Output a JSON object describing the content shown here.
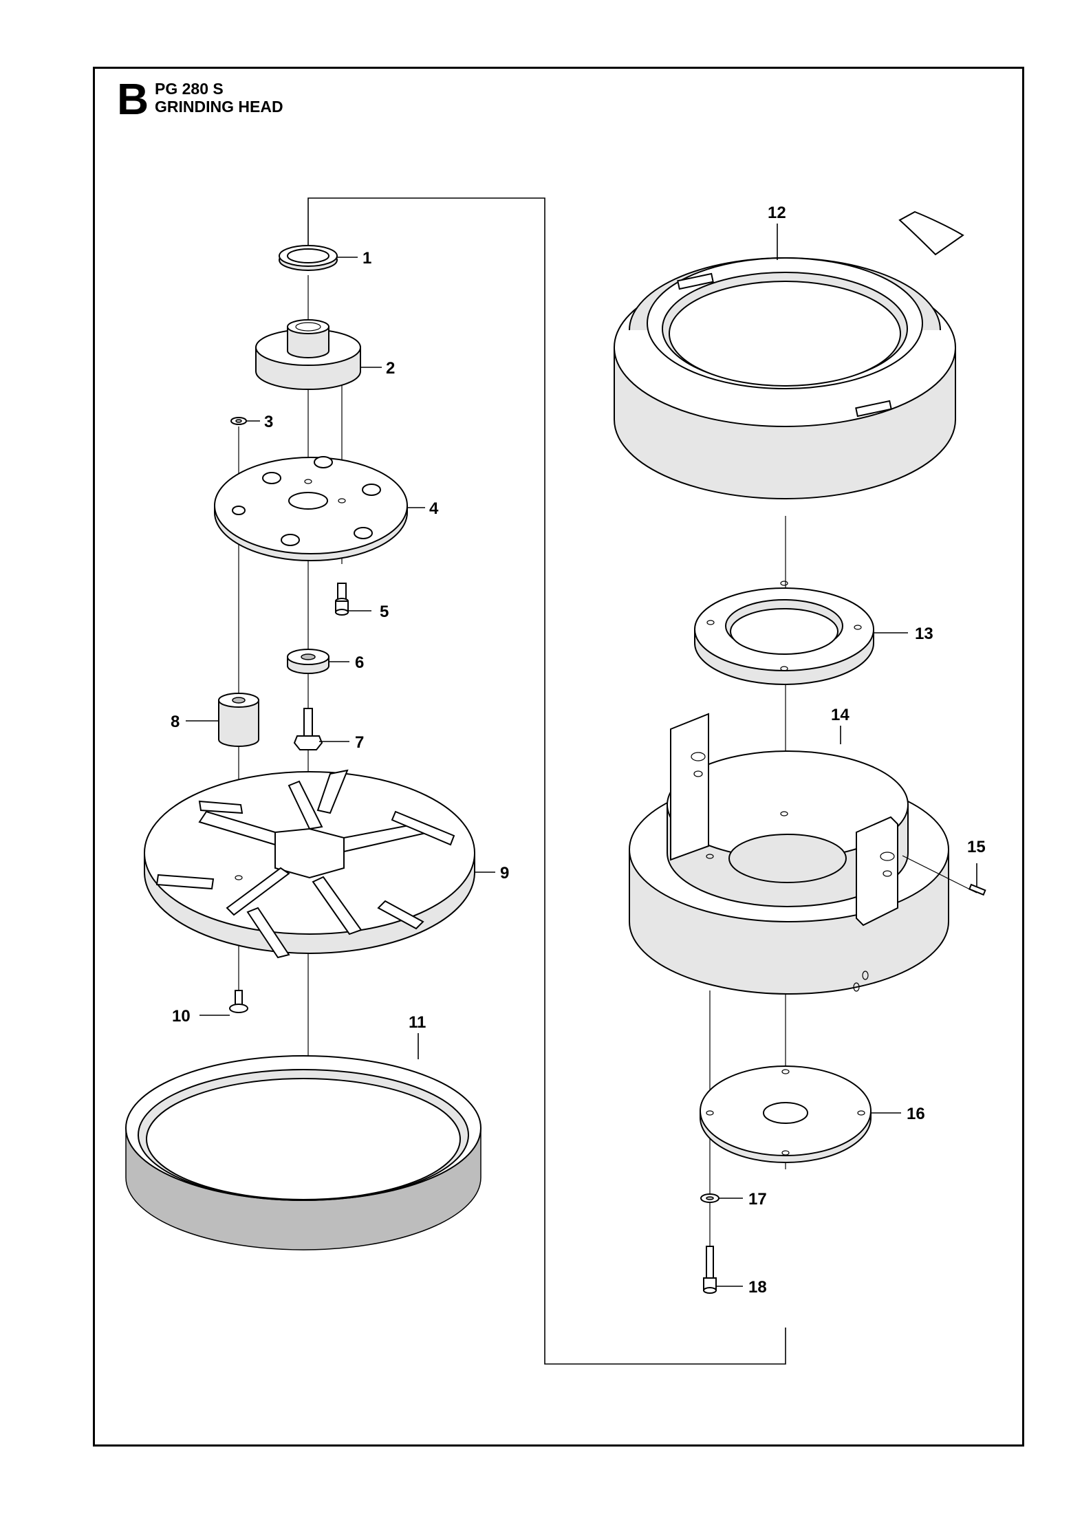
{
  "header": {
    "section_letter": "B",
    "model": "PG 280 S",
    "title": "GRINDING HEAD"
  },
  "callouts": [
    "1",
    "2",
    "3",
    "4",
    "5",
    "6",
    "7",
    "8",
    "9",
    "10",
    "11",
    "12",
    "13",
    "14",
    "15",
    "16",
    "17",
    "18"
  ],
  "colors": {
    "ink": "#000000",
    "paper": "#ffffff"
  }
}
